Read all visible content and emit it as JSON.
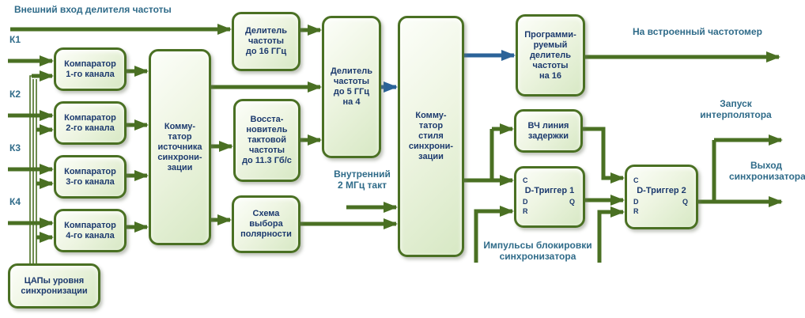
{
  "colors": {
    "green_line": "#4a7023",
    "blue_line": "#2b6399",
    "block_border": "#4a7023",
    "block_fill_light": "#fcfef9",
    "block_fill_dark": "#d7e8c4",
    "block_text": "#1c3a6e",
    "label_text": "#2f6b89"
  },
  "labels": {
    "external_input": "Внешний вход делителя частоты",
    "channel_1": "К1",
    "channel_2": "К2",
    "channel_3": "К3",
    "channel_4": "К4",
    "internal_clock": "Внутренний\n2 МГц такт",
    "to_frequency_meter": "На встроенный частотомер",
    "interpolator_start": "Запуск\nинтерполятора",
    "sync_output": "Выход\nсинхронизатора",
    "blocking_pulses": "Импульсы блокировки\nсинхронизатора"
  },
  "blocks": {
    "comparator1": "Компаратор\n1-го канала",
    "comparator2": "Компаратор\n2-го канала",
    "comparator3": "Компаратор\n3-го канала",
    "comparator4": "Компаратор\n4-го канала",
    "dac": "ЦАПы уровня\nсинхронизации",
    "source_switch": "Комму-\nтатор\nисточника\nсинхрони-\nзации",
    "divider_16ghz": "Делитель\nчастоты\nдо 16 ГГц",
    "clock_recovery": "Восста-\nновитель\nтактовой\nчастоты\nдо 11.3 Гб/с",
    "polarity_select": "Схема\nвыбора\nполярности",
    "divider_5ghz": "Делитель\nчастоты\nдо 5 ГГц\nна 4",
    "style_switch": "Комму-\nтатор\nстиля\nсинхрони-\nзации",
    "prog_divider": "Программи-\nруемый\nделитель\nчастоты\nна 16",
    "delay_line": "ВЧ линия\nзадержки",
    "trigger1": {
      "title": "D-Триггер 1",
      "c": "C",
      "d": "D",
      "r": "R",
      "q": "Q"
    },
    "trigger2": {
      "title": "D-Триггер 2",
      "c": "C",
      "d": "D",
      "r": "R",
      "q": "Q"
    }
  }
}
